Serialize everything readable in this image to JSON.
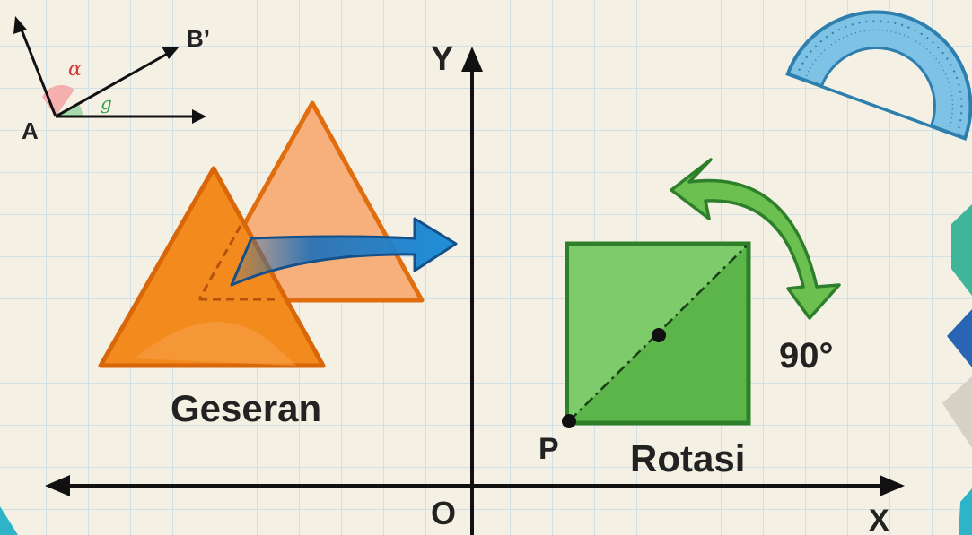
{
  "angle_diagram": {
    "vertex": "A",
    "ray": "B’",
    "angle1": "α",
    "angle2": "g"
  },
  "axes": {
    "y_label": "Y",
    "x_label": "X",
    "origin": "O"
  },
  "translation": {
    "caption": "Geseran"
  },
  "rotation": {
    "caption": "Rotasi",
    "pivot": "P",
    "angle": "90°"
  },
  "colors": {
    "background": "#f4f1e4",
    "grid": "#cfe0e6",
    "orange": "#f28a1e",
    "orange_light": "#f7b07c",
    "green": "#5bb548",
    "green_light": "#7dcb6a",
    "blue_arrow": "#1f6fb8",
    "protractor": "#6fb7dd"
  },
  "icons": [
    "protractor-icon",
    "curved-arrow-icon",
    "rotation-arrow-icon"
  ]
}
